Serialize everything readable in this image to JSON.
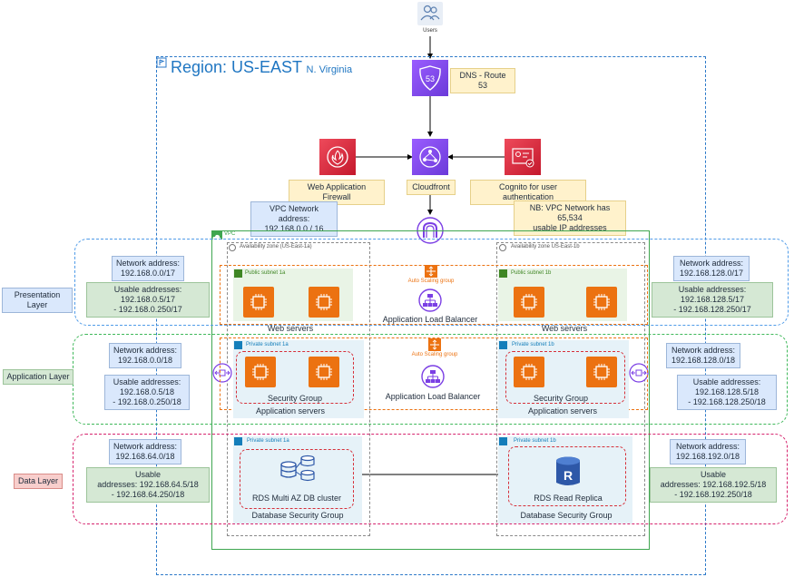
{
  "users": {
    "label": "Users"
  },
  "region": {
    "title": "Region: US-EAST",
    "subtitle": "N. Virginia"
  },
  "dns": {
    "label": "DNS - Route 53"
  },
  "waf": {
    "label": "Web Application Firewall"
  },
  "cloudfront": {
    "label": "Cloudfront"
  },
  "cognito": {
    "label": "Cognito for user authentication"
  },
  "vpc_note": {
    "line1": "VPC Network address:",
    "line2": "192.168.0.0 / 16"
  },
  "nb_note": {
    "line1": "NB: VPC Network has 65,534",
    "line2": "usable IP addresses"
  },
  "vpc": {
    "label": "VPC"
  },
  "az_a": {
    "label": "Availability zone (US-East-1a)"
  },
  "az_b": {
    "label": "Availability zone US-East-1b"
  },
  "layers": {
    "presentation": "Presentation Layer",
    "application": "Application Layer",
    "data": "Data Layer"
  },
  "presentation": {
    "left_net": {
      "line1": "Network address:",
      "line2": "192.168.0.0/17"
    },
    "left_usable": {
      "line1": "Usable addresses:",
      "line2": "192.168.0.5/17",
      "line3": "- 192.168.0.250/17"
    },
    "right_net": {
      "line1": "Network address:",
      "line2": "192.168.128.0/17"
    },
    "right_usable": {
      "line1": "Usable addresses:",
      "line2": "192.168.128.5/17",
      "line3": "- 192.168.128.250/17"
    },
    "subnet_a": "Public subnet 1a",
    "subnet_b": "Public subnet 1b",
    "servers_a": "Web servers",
    "servers_b": "Web servers",
    "asg": "Auto Scaling group",
    "alb": "Application Load Balancer"
  },
  "application": {
    "left_net": {
      "line1": "Network address:",
      "line2": "192.168.0.0/18"
    },
    "left_usable": {
      "line1": "Usable addresses:",
      "line2": "192.168.0.5/18",
      "line3": "- 192.168.0.250/18"
    },
    "right_net": {
      "line1": "Network address:",
      "line2": "192.168.128.0/18"
    },
    "right_usable": {
      "line1": "Usable addresses:",
      "line2": "192.168.128.5/18",
      "line3": "- 192.168.128.250/18"
    },
    "subnet_a": "Private subnet 1a",
    "subnet_b": "Private subnet 1b",
    "sg_a": "Security Group",
    "sg_b": "Security Group",
    "servers_a": "Application servers",
    "servers_b": "Application servers",
    "asg": "Auto Scaling group",
    "alb": "Application Load Balancer"
  },
  "data_layer": {
    "left_net": {
      "line1": "Network address:",
      "line2": "192.168.64.0/18"
    },
    "left_usable": {
      "line1": "Usable",
      "line2": "addresses: 192.168.64.5/18",
      "line3": "- 192.168.64.250/18"
    },
    "right_net": {
      "line1": "Network address:",
      "line2": "192.168.192.0/18"
    },
    "right_usable": {
      "line1": "Usable",
      "line2": "addresses: 192.168.192.5/18",
      "line3": "- 192.168.192.250/18"
    },
    "subnet_a": "Private subnet 1a",
    "subnet_b": "Private subnet 1b",
    "rds_primary": "RDS Multi AZ DB cluster",
    "rds_replica": "RDS Read Replica",
    "dbsg_a": "Database Security Group",
    "dbsg_b": "Database Security Group"
  },
  "colors": {
    "presentation": "#4f9be8",
    "application": "#3fb85a",
    "data": "#d6246e",
    "ec2": "#ec7211",
    "route53": "#8c4fff",
    "waf": "#dd344c"
  },
  "icons": {
    "users": "users-icon",
    "route53": "route53-icon",
    "waf": "waf-icon",
    "cloudfront": "cloudfront-icon",
    "cognito": "cognito-icon",
    "igw": "internet-gateway-icon",
    "ec2": "ec2-instance-icon",
    "alb": "load-balancer-icon",
    "asg": "auto-scaling-icon",
    "rds": "rds-icon",
    "nacl": "network-acl-icon"
  }
}
